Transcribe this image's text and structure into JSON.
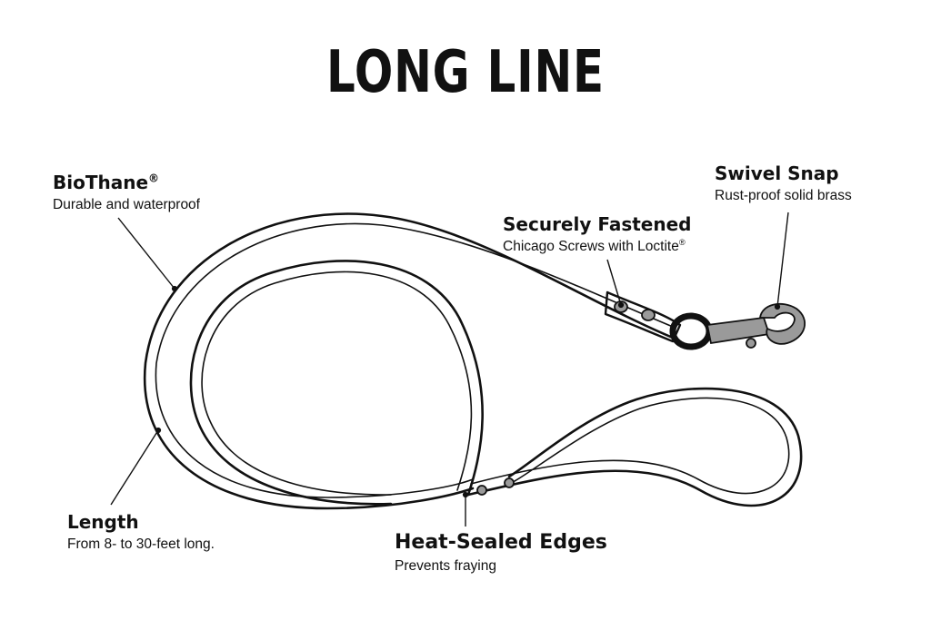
{
  "title": "LONG LINE",
  "callouts": {
    "biothane": {
      "heading": "BioThane",
      "mark": "®",
      "text": "Durable and waterproof"
    },
    "swivel_snap": {
      "heading": "Swivel Snap",
      "text": "Rust-proof solid brass"
    },
    "securely_fastened": {
      "heading": "Securely Fastened",
      "text": "Chicago Screws with Loctite",
      "mark": "®"
    },
    "length": {
      "heading": "Length",
      "text": "From 8- to 30-feet long."
    },
    "heat_sealed": {
      "heading": "Heat-Sealed Edges",
      "text": "Prevents fraying"
    }
  },
  "colors": {
    "ink": "#111111",
    "hardware": "#9a9a9a",
    "background": "#ffffff"
  }
}
